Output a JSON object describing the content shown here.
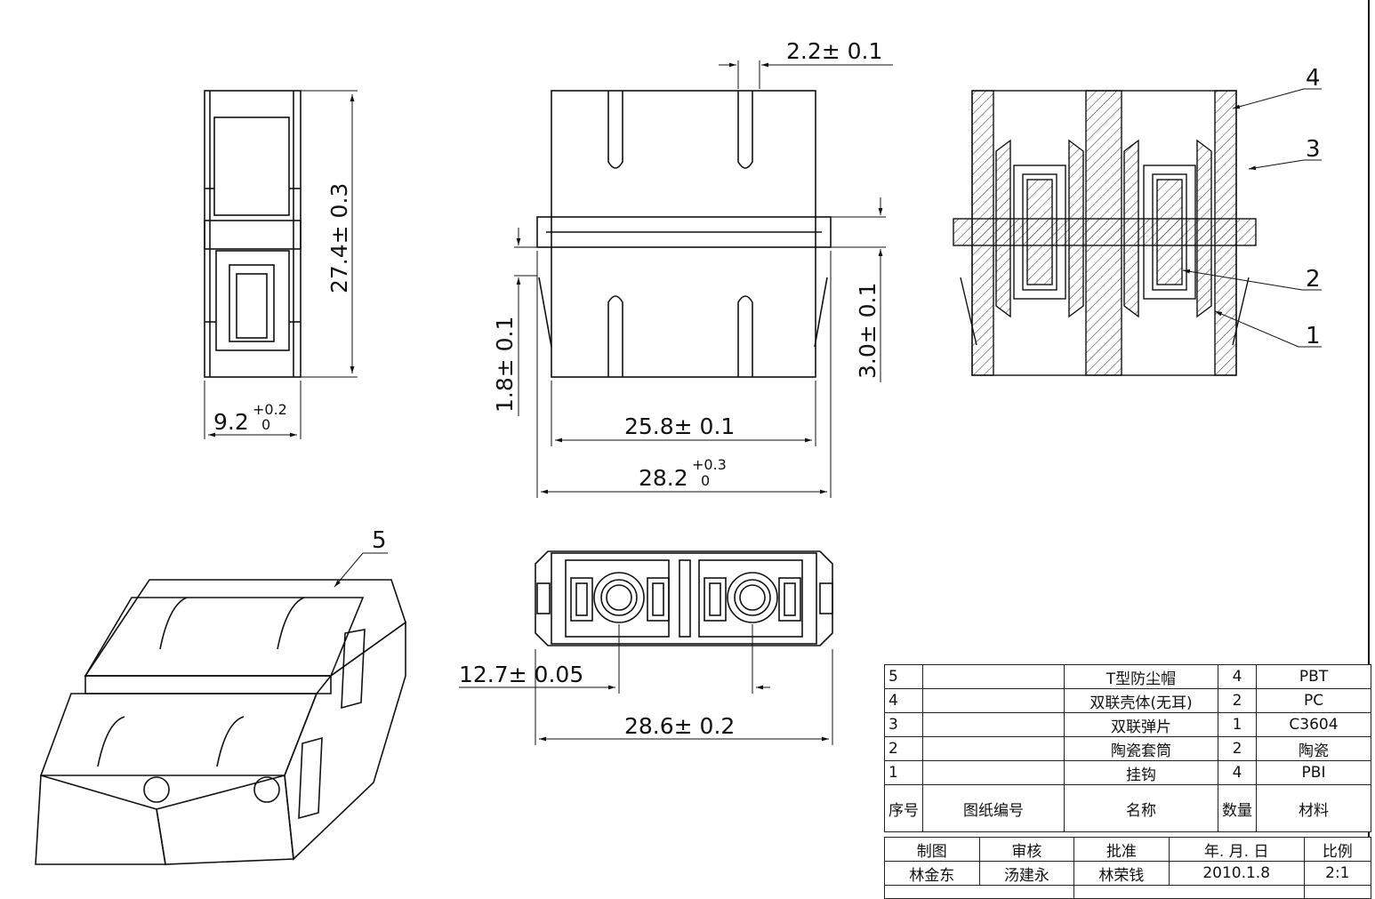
{
  "dimensions": {
    "side_height": "27.4± 0.3",
    "side_width": "9.2",
    "side_width_tol_top": "+0.2",
    "side_width_tol_bottom": "0",
    "top_slot": "2.2± 0.1",
    "flange_left": "1.8± 0.1",
    "flange_right": "3.0± 0.1",
    "body_width": "25.8± 0.1",
    "overall_width": "28.2",
    "overall_width_tol_top": "+0.3",
    "overall_width_tol_bottom": "0",
    "pitch": "12.7± 0.05",
    "end_width": "28.6± 0.2"
  },
  "callouts": [
    "1",
    "2",
    "3",
    "4",
    "5"
  ],
  "bom": {
    "rows": [
      {
        "no": "5",
        "drawing_no": "",
        "name": "T型防尘帽",
        "qty": "4",
        "material": "PBT"
      },
      {
        "no": "4",
        "drawing_no": "",
        "name": "双联壳体(无耳)",
        "qty": "2",
        "material": "PC"
      },
      {
        "no": "3",
        "drawing_no": "",
        "name": "双联弹片",
        "qty": "1",
        "material": "C3604"
      },
      {
        "no": "2",
        "drawing_no": "",
        "name": "陶瓷套筒",
        "qty": "2",
        "material": "陶瓷"
      },
      {
        "no": "1",
        "drawing_no": "",
        "name": "挂钩",
        "qty": "4",
        "material": "PBI"
      }
    ],
    "header": {
      "no": "序号",
      "drawing_no": "图纸编号",
      "name": "名称",
      "qty": "数量",
      "material": "材料"
    }
  },
  "signoff": {
    "labels": {
      "drawn": "制图",
      "checked": "审核",
      "approved": "批准",
      "date": "年. 月. 日",
      "scale": "比例"
    },
    "values": {
      "drawn": "林金东",
      "checked": "汤建永",
      "approved": "林荣钱",
      "date": "2010.1.8",
      "scale": "2:1"
    }
  }
}
